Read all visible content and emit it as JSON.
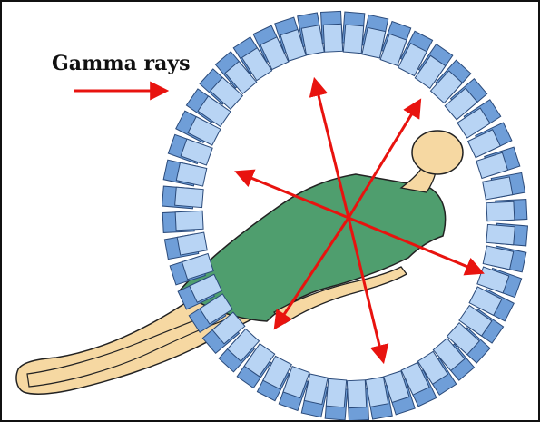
{
  "legend": {
    "label": "Gamma rays"
  },
  "colors": {
    "ray": "#e8130f",
    "detector_face": "#b8d4f4",
    "detector_side": "#6f9ed8",
    "detector_edge": "#2a4a7a",
    "skin": "#f6d8a2",
    "gown": "#4f9e6e",
    "outline": "#222222"
  },
  "scene": {
    "detector_count": 48,
    "gamma_ray_pairs": 3
  }
}
